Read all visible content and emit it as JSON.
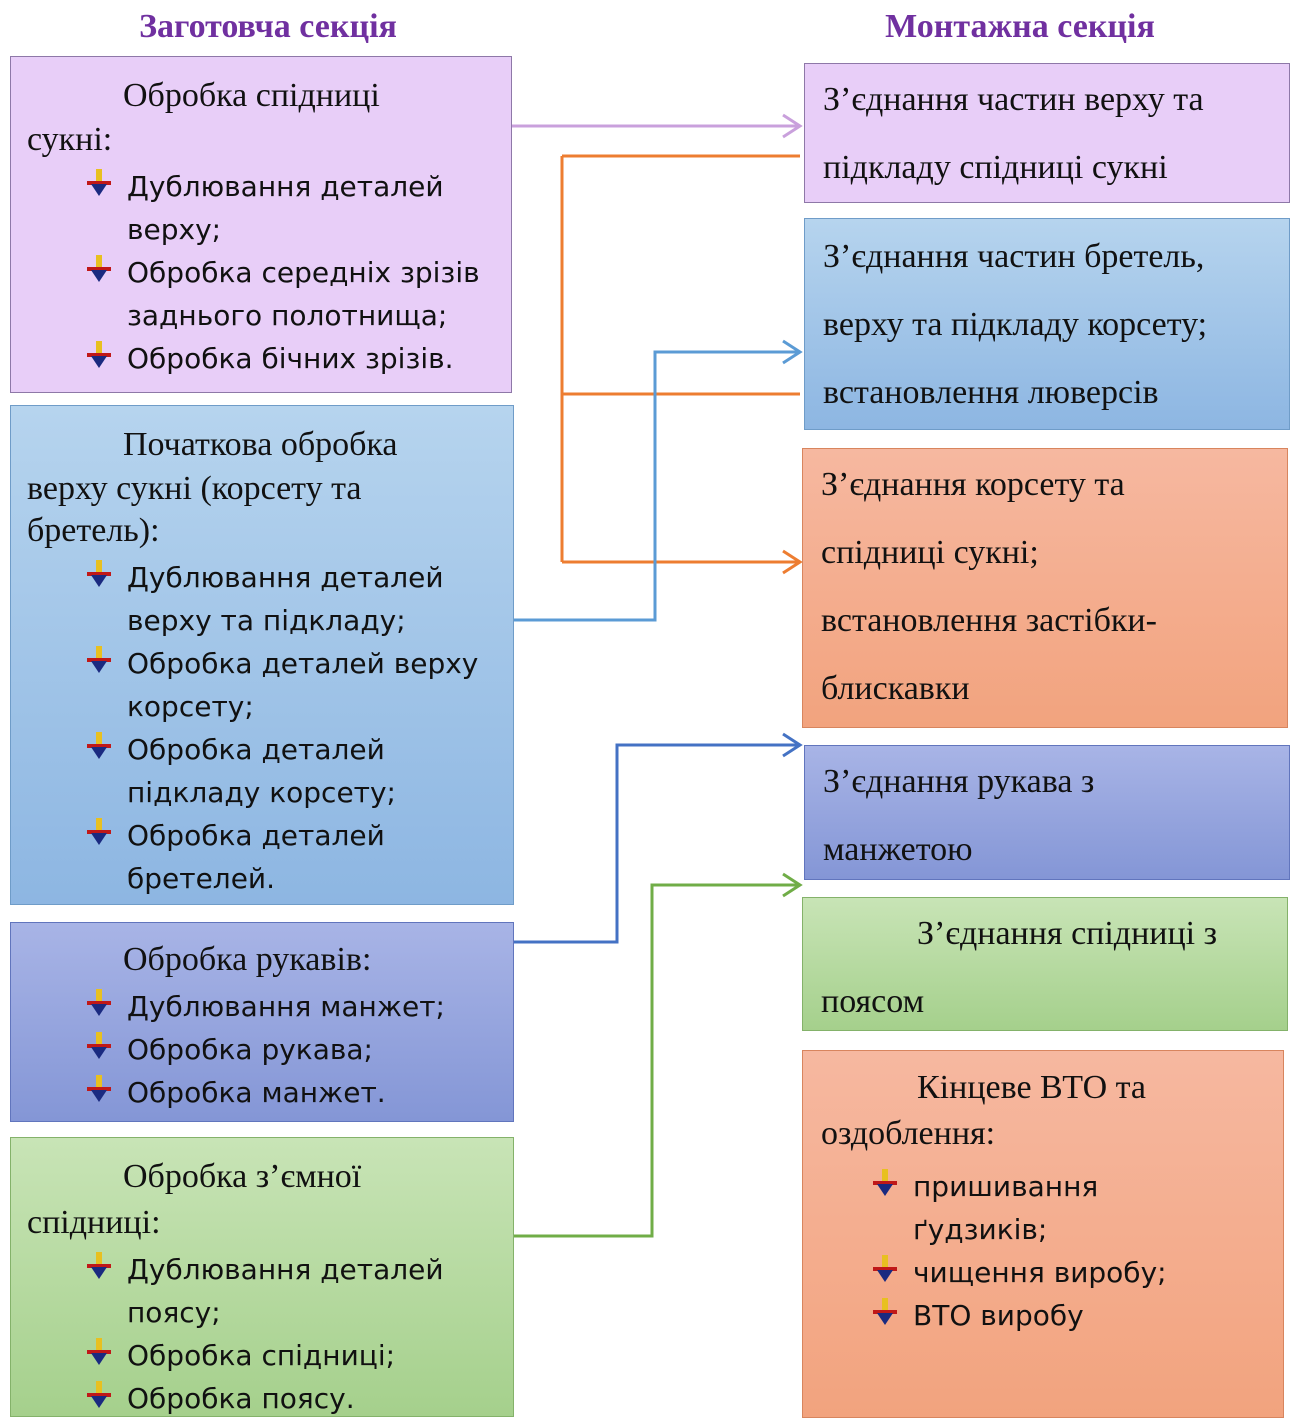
{
  "headers": {
    "left": "Заготовча секція",
    "right": "Монтажна секція"
  },
  "left_boxes": [
    {
      "title_lines": [
        "Обробка спідниці",
        "сукні:"
      ],
      "items": [
        [
          "Дублювання деталей",
          "верху;"
        ],
        [
          "Обробка середніх зрізів",
          "заднього полотнища;"
        ],
        [
          "Обробка бічних зрізів."
        ]
      ]
    },
    {
      "title_lines": [
        "Початкова обробка",
        "верху сукні (корсету та",
        "бретель):"
      ],
      "items": [
        [
          "Дублювання деталей",
          "верху та підкладу;"
        ],
        [
          "Обробка деталей верху",
          "корсету;"
        ],
        [
          "Обробка деталей",
          "підкладу корсету;"
        ],
        [
          "Обробка деталей",
          "бретелей."
        ]
      ]
    },
    {
      "title_lines": [
        "Обробка рукавів:"
      ],
      "items": [
        [
          "Дублювання манжет;"
        ],
        [
          "Обробка рукава;"
        ],
        [
          "Обробка манжет."
        ]
      ]
    },
    {
      "title_lines": [
        "Обробка з’ємної",
        "спідниці:"
      ],
      "items": [
        [
          "Дублювання деталей",
          "поясу;"
        ],
        [
          "Обробка спідниці;"
        ],
        [
          "Обробка поясу."
        ]
      ]
    }
  ],
  "right_boxes": [
    {
      "lines": [
        "З’єднання частин верху та",
        "підкладу спідниці сукні"
      ]
    },
    {
      "lines": [
        "З’єднання частин бретель,",
        "верху та підкладу корсету;",
        "встановлення люверсів"
      ]
    },
    {
      "lines": [
        "З’єднання корсету та",
        "спідниці сукні;",
        "встановлення застібки-",
        "блискавки"
      ]
    },
    {
      "lines": [
        "З’єднання рукава з",
        "манжетою"
      ]
    },
    {
      "lines": [
        "З’єднання спідниці з",
        "поясом"
      ]
    },
    {
      "title_lines": [
        "Кінцеве ВТО та",
        "оздоблення:"
      ],
      "items": [
        [
          "пришивання",
          "ґудзиків;"
        ],
        [
          "чищення виробу;"
        ],
        [
          "ВТО виробу"
        ]
      ]
    }
  ],
  "colors": {
    "header": "#7030a0",
    "purple_box": "#e8cef8",
    "blue_box": "#a2c4e8",
    "indigo_box": "#95a5de",
    "green_box": "#b6da9f",
    "salmon_box": "#f4ad8d",
    "arrow_purple": "#c9a0dc",
    "arrow_orange": "#ed7d31",
    "arrow_blue": "#5b9bd5",
    "arrow_indigo": "#4472c4",
    "arrow_green": "#70ad47"
  }
}
